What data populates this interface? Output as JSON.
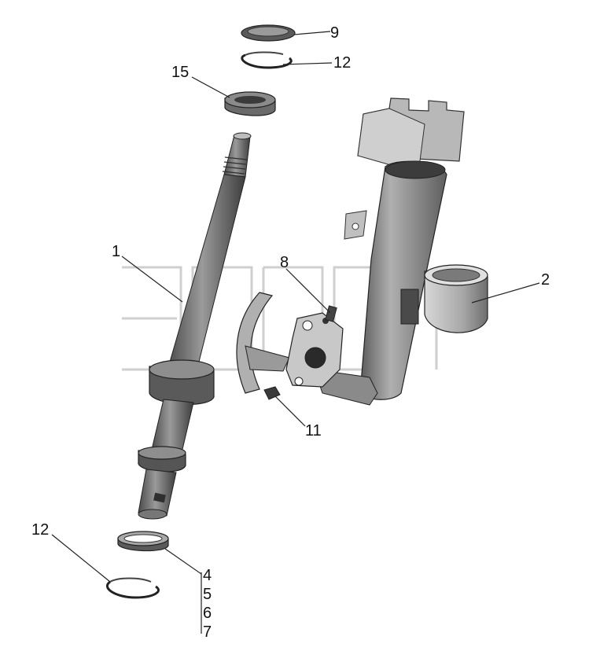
{
  "labels": {
    "l9": "9",
    "l12_top": "12",
    "l15": "15",
    "l1": "1",
    "l8": "8",
    "l2": "2",
    "l11": "11",
    "l12_bottom": "12",
    "l4": "4",
    "l5": "5",
    "l6": "6",
    "l7": "7"
  },
  "colors": {
    "part_dark": "#555555",
    "part_mid": "#8a8a8a",
    "part_light": "#c4c4c4",
    "outline": "#222222",
    "watermark": "#cfcfcf"
  }
}
